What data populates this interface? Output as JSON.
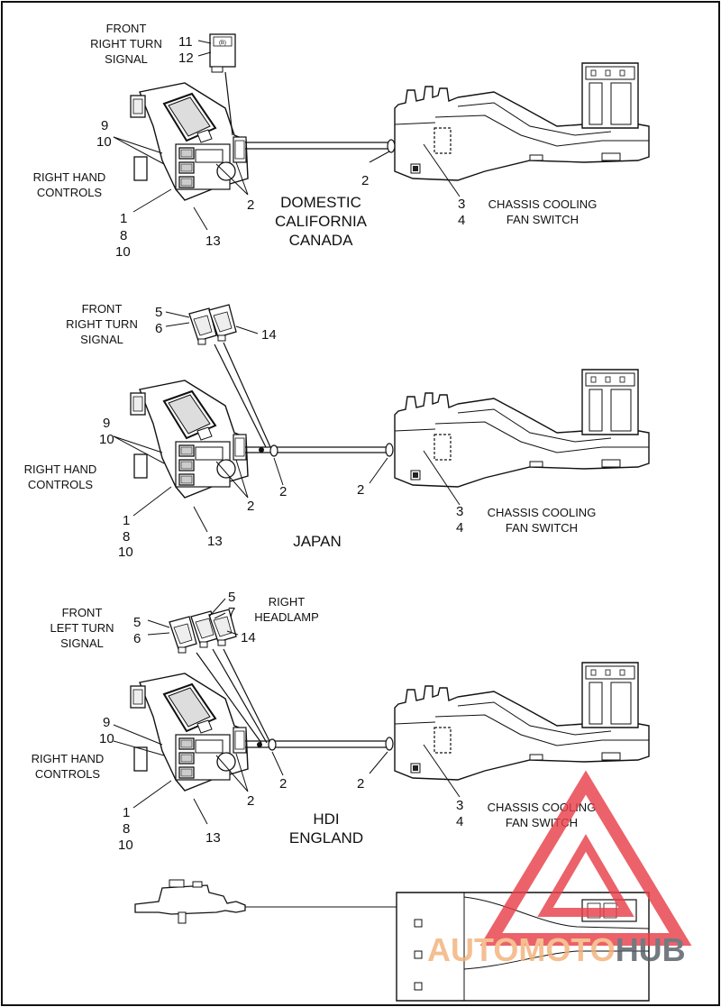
{
  "diagrams": [
    {
      "region_lines": [
        "DOMESTIC",
        "CALIFORNIA",
        "CANADA"
      ],
      "labels": {
        "front_signal": [
          "FRONT",
          "RIGHT TURN",
          "SIGNAL"
        ],
        "controls": [
          "RIGHT HAND",
          "CONTROLS"
        ],
        "fan_switch": [
          "CHASSIS COOLING",
          "FAN SWITCH"
        ]
      },
      "callouts": {
        "signal_top": "11",
        "signal_bottom": "12",
        "ctrl_a": "9",
        "ctrl_b": "10",
        "ctrl_c": "1",
        "ctrl_d": "8",
        "ctrl_e": "10",
        "item13": "13",
        "item2_left": "2",
        "item2_right": "2",
        "fan_a": "3",
        "fan_b": "4"
      }
    },
    {
      "region_lines": [
        "JAPAN"
      ],
      "labels": {
        "front_signal": [
          "FRONT",
          "RIGHT TURN",
          "SIGNAL"
        ],
        "controls": [
          "RIGHT HAND",
          "CONTROLS"
        ],
        "fan_switch": [
          "CHASSIS COOLING",
          "FAN SWITCH"
        ]
      },
      "callouts": {
        "signal_top": "5",
        "signal_bottom": "6",
        "connector": "14",
        "ctrl_a": "9",
        "ctrl_b": "10",
        "ctrl_c": "1",
        "ctrl_d": "8",
        "ctrl_e": "10",
        "item13": "13",
        "item2_left": "2",
        "item2_mid": "2",
        "item2_right": "2",
        "fan_a": "3",
        "fan_b": "4"
      }
    },
    {
      "region_lines": [
        "HDI",
        "ENGLAND"
      ],
      "labels": {
        "front_signal": [
          "FRONT",
          "LEFT TURN",
          "SIGNAL"
        ],
        "headlamp": [
          "RIGHT",
          "HEADLAMP"
        ],
        "controls": [
          "RIGHT HAND",
          "CONTROLS"
        ],
        "fan_switch": [
          "CHASSIS COOLING",
          "FAN SWITCH"
        ]
      },
      "callouts": {
        "signal_top": "5",
        "signal_bottom": "6",
        "headlamp_top": "5",
        "headlamp_bottom": "7",
        "connector": "14",
        "ctrl_a": "9",
        "ctrl_b": "10",
        "ctrl_c": "1",
        "ctrl_d": "8",
        "ctrl_e": "10",
        "item13": "13",
        "item2_left": "2",
        "item2_mid": "2",
        "item2_right": "2",
        "fan_a": "3",
        "fan_b": "4"
      }
    }
  ],
  "watermark": {
    "part1": "AUTO",
    "part2": "MOTO",
    "part3": "HUB",
    "triangle_color": "#e8404a",
    "orange_color": "#f2b27a",
    "gray_color": "#555d66"
  }
}
